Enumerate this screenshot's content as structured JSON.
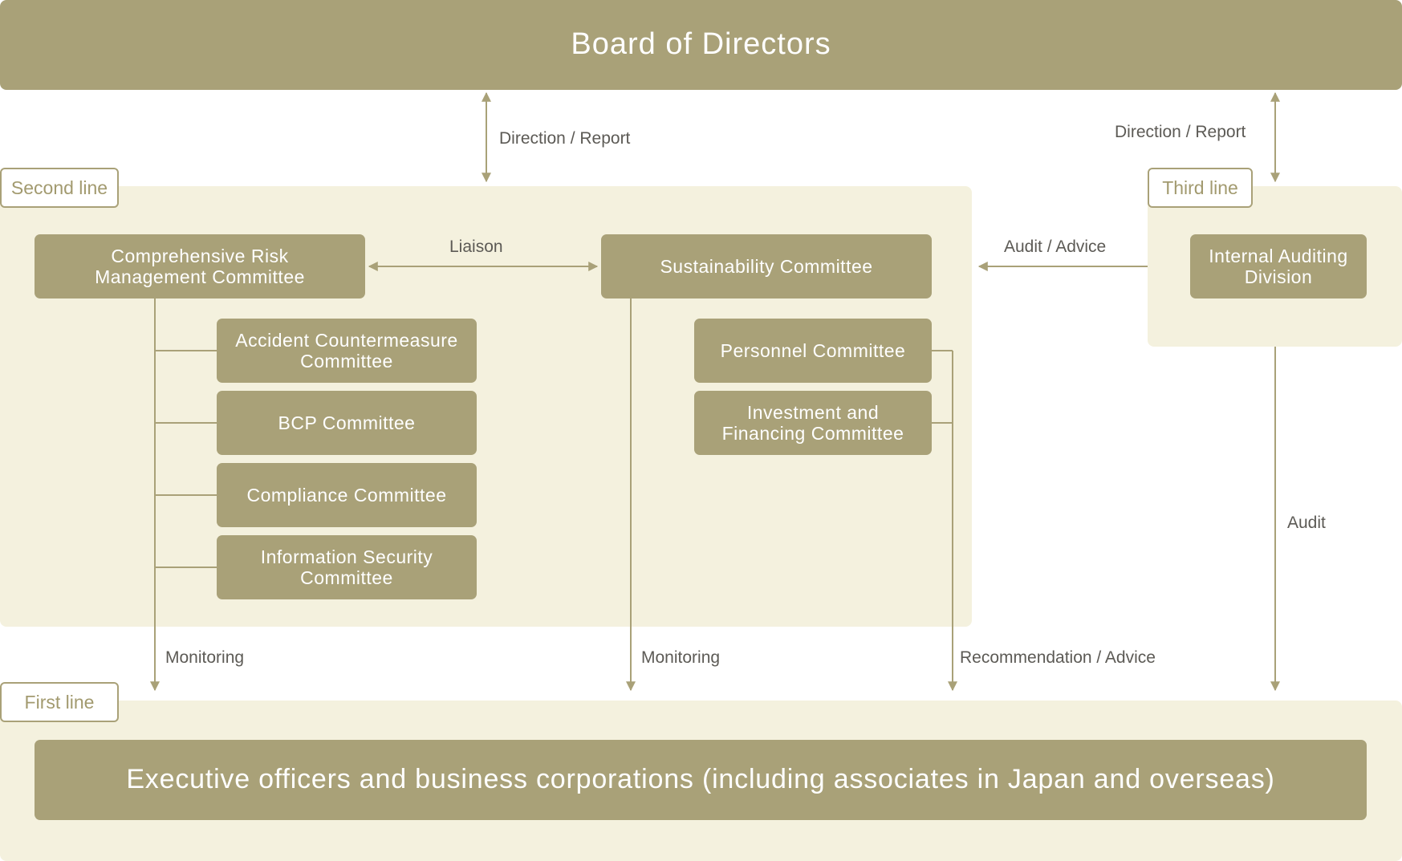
{
  "board": {
    "title": "Board of Directors"
  },
  "second_line": {
    "tag": "Second line",
    "crm": "Comprehensive Risk Management Committee",
    "sustainability": "Sustainability Committee",
    "accident": "Accident Countermeasure Committee",
    "bcp": "BCP Committee",
    "compliance": "Compliance Committee",
    "infosec": "Information Security Committee",
    "personnel": "Personnel Committee",
    "investment": "Investment and Financing Committee"
  },
  "third_line": {
    "tag": "Third line",
    "internal_audit": "Internal Auditing Division"
  },
  "first_line": {
    "tag": "First line",
    "executives": "Executive officers and business corporations (including associates in Japan and overseas)"
  },
  "labels": {
    "direction_report_left": "Direction / Report",
    "direction_report_right": "Direction / Report",
    "liaison": "Liaison",
    "audit_advice": "Audit / Advice",
    "audit": "Audit",
    "monitoring_left": "Monitoring",
    "monitoring_mid": "Monitoring",
    "recommendation": "Recommendation / Advice"
  },
  "colors": {
    "accent": "#a9a178",
    "panel": "#f4f1de",
    "text": "#5c5a55"
  }
}
